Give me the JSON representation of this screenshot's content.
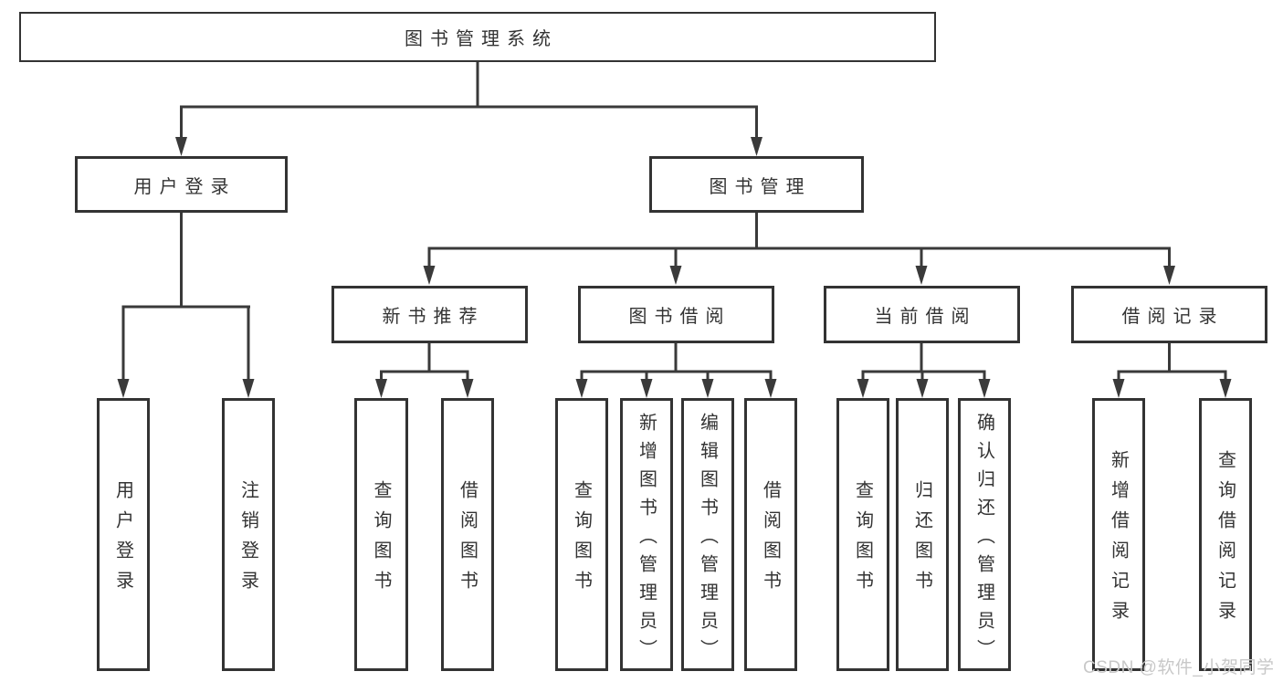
{
  "diagram": {
    "type": "hierarchy-tree",
    "colors": {
      "line": "#3a3a3a",
      "box_border": "#333333",
      "box_fill": "#ffffff",
      "text": "#333333",
      "watermark": "#c8c8c8"
    },
    "nodes": {
      "root": "图书管理系统",
      "user_login": "用户登录",
      "book_mgmt": "图书管理",
      "new_book_rec": "新书推荐",
      "book_borrow": "图书借阅",
      "current_borrow": "当前借阅",
      "borrow_records": "借阅记录",
      "leaf_user_login": "用户登录",
      "leaf_logout": "注销登录",
      "leaf_nb_query": "查询图书",
      "leaf_nb_borrow": "借阅图书",
      "leaf_bb_query": "查询图书",
      "leaf_bb_add": "新增图书（管理员）",
      "leaf_bb_edit": "编辑图书（管理员）",
      "leaf_bb_borrow": "借阅图书",
      "leaf_cb_query": "查询图书",
      "leaf_cb_return": "归还图书",
      "leaf_cb_confirm": "确认归还（管理员）",
      "leaf_br_add": "新增借阅记录",
      "leaf_br_query": "查询借阅记录"
    },
    "edges": [
      [
        "图书管理系统",
        "用户登录"
      ],
      [
        "图书管理系统",
        "图书管理"
      ],
      [
        "用户登录",
        "用户登录"
      ],
      [
        "用户登录",
        "注销登录"
      ],
      [
        "图书管理",
        "新书推荐"
      ],
      [
        "图书管理",
        "图书借阅"
      ],
      [
        "图书管理",
        "当前借阅"
      ],
      [
        "图书管理",
        "借阅记录"
      ],
      [
        "新书推荐",
        "查询图书"
      ],
      [
        "新书推荐",
        "借阅图书"
      ],
      [
        "图书借阅",
        "查询图书"
      ],
      [
        "图书借阅",
        "新增图书（管理员）"
      ],
      [
        "图书借阅",
        "编辑图书（管理员）"
      ],
      [
        "图书借阅",
        "借阅图书"
      ],
      [
        "当前借阅",
        "查询图书"
      ],
      [
        "当前借阅",
        "归还图书"
      ],
      [
        "当前借阅",
        "确认归还（管理员）"
      ],
      [
        "借阅记录",
        "新增借阅记录"
      ],
      [
        "借阅记录",
        "查询借阅记录"
      ]
    ],
    "watermark": "CSDN @软件_小贺同学"
  }
}
